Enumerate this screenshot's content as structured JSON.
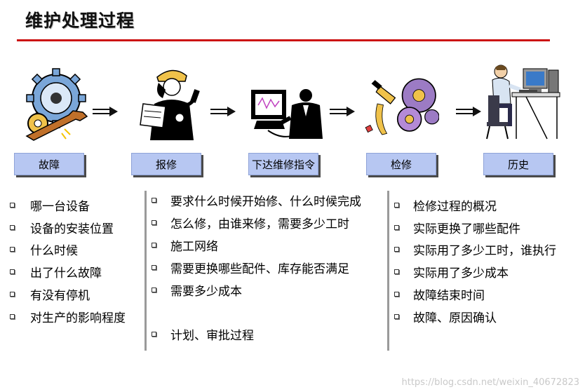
{
  "title": "维护处理过程",
  "steps": [
    {
      "label": "故障",
      "icon": "gear-wrench-icon"
    },
    {
      "label": "报修",
      "icon": "worker-phone-icon"
    },
    {
      "label": "下达维修指令",
      "icon": "manager-computer-icon"
    },
    {
      "label": "检修",
      "icon": "repair-tools-icon"
    },
    {
      "label": "历史",
      "icon": "operator-desk-icon"
    }
  ],
  "columns": [
    {
      "items": [
        "哪一台设备",
        "设备的安装位置",
        "什么时候",
        "出了什么故障",
        "有没有停机",
        "对生产的影响程度"
      ]
    },
    {
      "items": [
        "要求什么时候开始修、什么时候完成",
        "怎么修，由谁来修，需要多少工时",
        "施工网络",
        "需要更换哪些配件、库存能否满足",
        "需要多少成本",
        "计划、审批过程"
      ]
    },
    {
      "items": [
        "检修过程的概况",
        "实际更换了哪些配件",
        "实际用了多少工时，谁执行",
        "实际用了多少成本",
        "故障结束时间",
        "故障、原因确认"
      ]
    }
  ],
  "watermark": "https://blog.csdn.net/weixin_40672823",
  "colors": {
    "title_rule": "#cc1111",
    "step_box": "#b7c7f2",
    "divider": "#9a9a9a"
  }
}
